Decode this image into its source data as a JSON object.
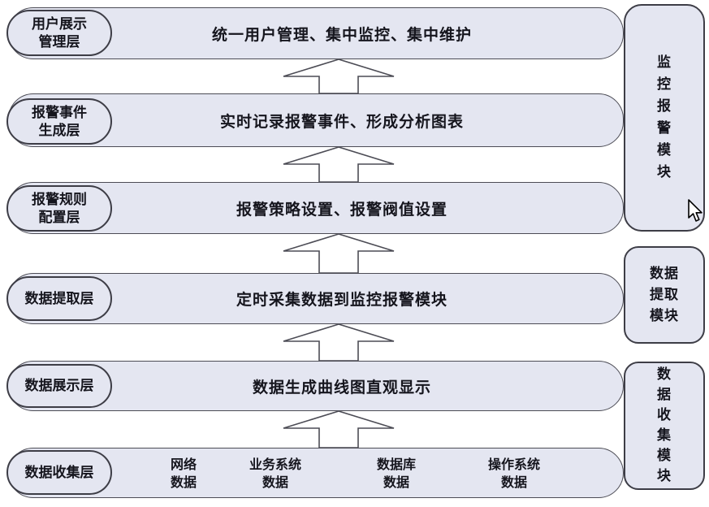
{
  "colors": {
    "shape_fill": "#e4e6f1",
    "shape_border": "#4c4c55",
    "text": "#15151d",
    "arrow_fill": "#ffffff",
    "background": "#ffffff"
  },
  "diagram": {
    "layers": [
      {
        "label": "用户展示\n管理层",
        "content": "统一用户管理、集中监控、集中维护"
      },
      {
        "label": "报警事件\n生成层",
        "content": "实时记录报警事件、形成分析图表"
      },
      {
        "label": "报警规则\n配置层",
        "content": "报警策略设置、报警阀值设置"
      },
      {
        "label": "数据提取层",
        "content": "定时采集数据到监控报警模块"
      },
      {
        "label": "数据展示层",
        "content": "数据生成曲线图直观显示"
      },
      {
        "label": "数据收集层"
      }
    ],
    "collection_sources": [
      "网络\n数据",
      "业务系统\n数据",
      "数据库\n数据",
      "操作系统\n数据"
    ],
    "modules": [
      {
        "name": "监控报警模块",
        "label": "监\n控\n报\n警\n模\n块"
      },
      {
        "name": "数据提取模块",
        "label": "数据\n提取\n模块"
      },
      {
        "name": "数据收集模块",
        "label": "数\n据\n收\n集\n模\n块"
      }
    ]
  }
}
